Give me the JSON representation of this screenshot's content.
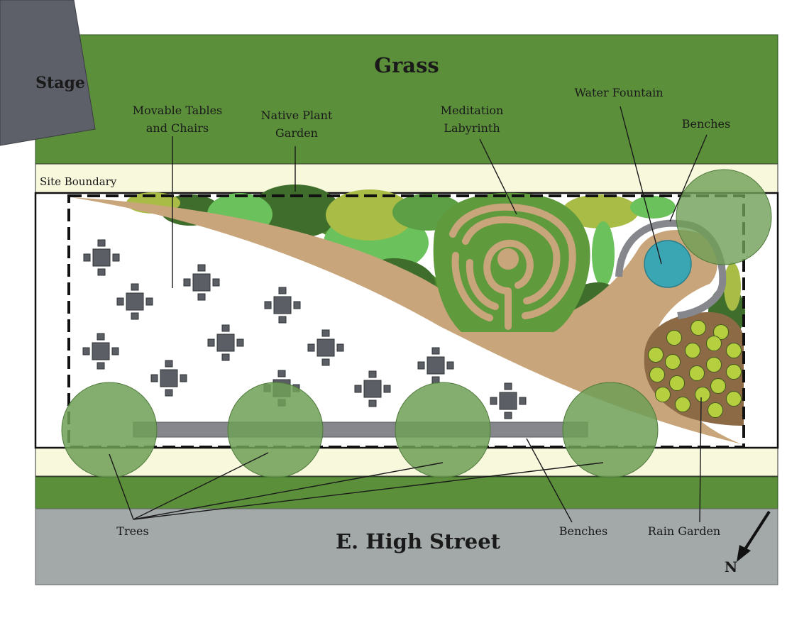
{
  "labels": {
    "grass": "Grass",
    "stage": "Stage",
    "movable_tables_line1": "Movable Tables",
    "movable_tables_line2": "and Chairs",
    "native_plant_line1": "Native Plant",
    "native_plant_line2": "Garden",
    "meditation_line1": "Meditation",
    "meditation_line2": "Labyrinth",
    "water_fountain": "Water Fountain",
    "benches_top": "Benches",
    "site_boundary": "Site Boundary",
    "trees": "Trees",
    "benches_bottom": "Benches",
    "rain_garden": "Rain Garden",
    "street": "E. High Street",
    "north": "N"
  },
  "colors": {
    "grass": "#5b8f3a",
    "boundary_strip": "#f7f8dc",
    "path": "#c8a57a",
    "plaza": "#ffffff",
    "street": "#a3a8a8",
    "stage": "#5d6068",
    "furniture": "#5b5e64",
    "tree_canopy": "#6f9f57",
    "fountain": "#3aa6b4",
    "rain_garden_soil": "#8c6a45",
    "rain_garden_plant": "#b6cf3f",
    "labyrinth_green": "#5f9a3c",
    "bench": "#85878d"
  }
}
